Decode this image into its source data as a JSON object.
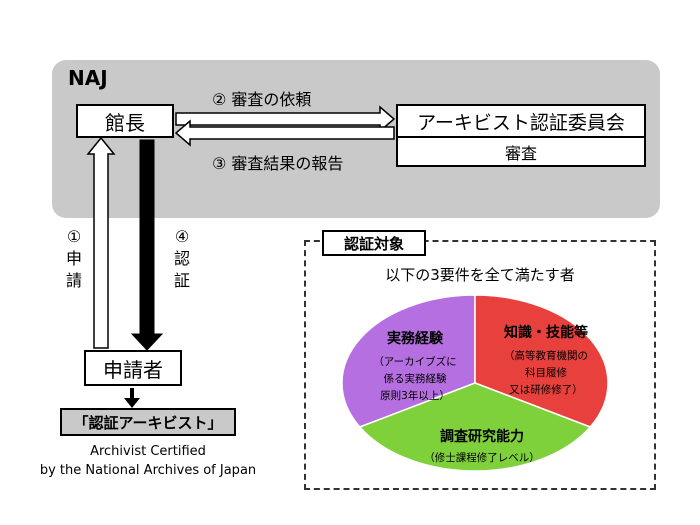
{
  "naj": {
    "label": "NAJ"
  },
  "director": {
    "label": "館長"
  },
  "committee": {
    "name": "アーキビスト認証委員会",
    "task": "審査"
  },
  "steps": {
    "step2": "② 審査の依頼",
    "step3": "③ 審査結果の報告",
    "step1_num": "①",
    "step1_chars": [
      "申",
      "請"
    ],
    "step4_num": "④",
    "step4_chars": [
      "認",
      "証"
    ]
  },
  "applicant": {
    "label": "申請者"
  },
  "certified": {
    "jp": "「認証アーキビスト」",
    "en_line1": "Archivist Certified",
    "en_line2": "by the National Archives of Japan"
  },
  "target": {
    "tab": "認証対象",
    "subtitle": "以下の3要件を全て満たす者",
    "segments": [
      {
        "title": "実務経験",
        "sub": [
          "（アーカイブズに",
          "係る実務経験",
          "原則3年以上）"
        ],
        "color": "#b56fe0"
      },
      {
        "title": "知識・技能等",
        "sub": [
          "（高等教育機関の",
          "科目履修",
          "又は研修修了）"
        ],
        "color": "#e8413d"
      },
      {
        "title": "調査研究能力",
        "sub": [
          "（修士課程修了レベル）"
        ],
        "color": "#7fd13b"
      }
    ]
  }
}
